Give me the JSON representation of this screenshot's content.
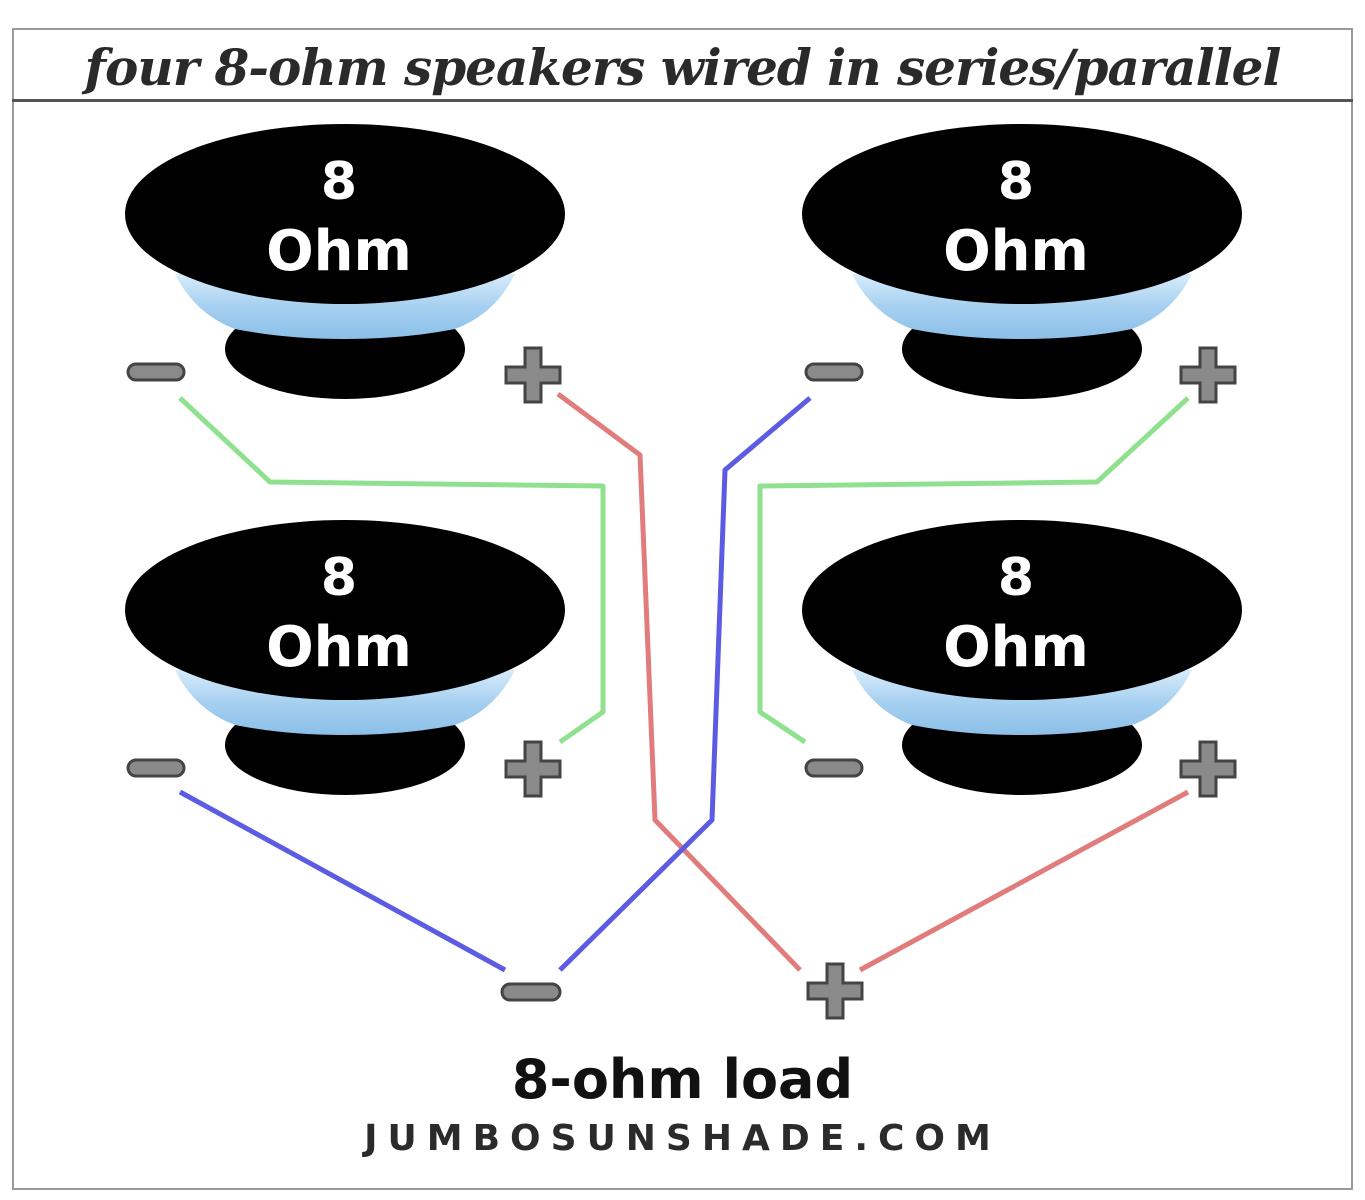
{
  "title": "four 8-ohm speakers wired in series/parallel",
  "speakers": [
    {
      "position": "top-left",
      "value": "8",
      "unit": "Ohm"
    },
    {
      "position": "top-right",
      "value": "8",
      "unit": "Ohm"
    },
    {
      "position": "bottom-left",
      "value": "8",
      "unit": "Ohm"
    },
    {
      "position": "bottom-right",
      "value": "8",
      "unit": "Ohm"
    }
  ],
  "load_label": "8-ohm load",
  "watermark": "JUMBOSUNSHADE.COM",
  "colors": {
    "speaker_body": "#000000",
    "speaker_cone": "#a8d2f0",
    "wire_green": "#8ee08e",
    "wire_red": "#e07a7a",
    "wire_blue": "#5a5ae0",
    "terminal": "#555555"
  }
}
